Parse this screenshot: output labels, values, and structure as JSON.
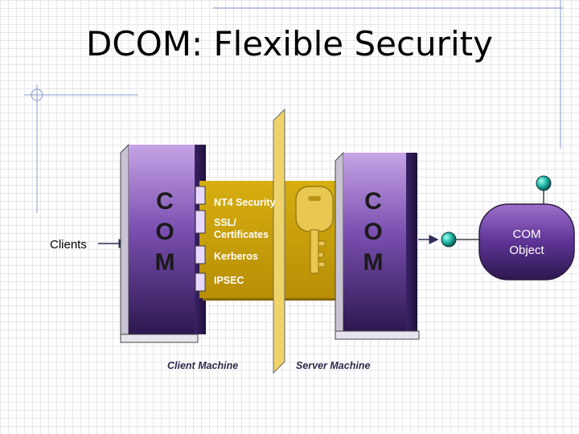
{
  "slide": {
    "title": "DCOM: Flexible Security"
  },
  "diagram": {
    "clients_label": "Clients",
    "com_left": [
      "C",
      "O",
      "M"
    ],
    "com_right": [
      "C",
      "O",
      "M"
    ],
    "protocols": [
      "NT4 Security",
      "SSL/ Certificates",
      "Kerberos",
      "IPSEC"
    ],
    "client_machine": "Client Machine",
    "server_machine": "Server Machine",
    "com_object": [
      "COM",
      "Object"
    ]
  },
  "colors": {
    "purple_light": "#b48cd8",
    "purple_dark": "#2c1850",
    "gold": "#c9a008",
    "barrier": "#efd36a",
    "teal": "#20b8a8"
  }
}
